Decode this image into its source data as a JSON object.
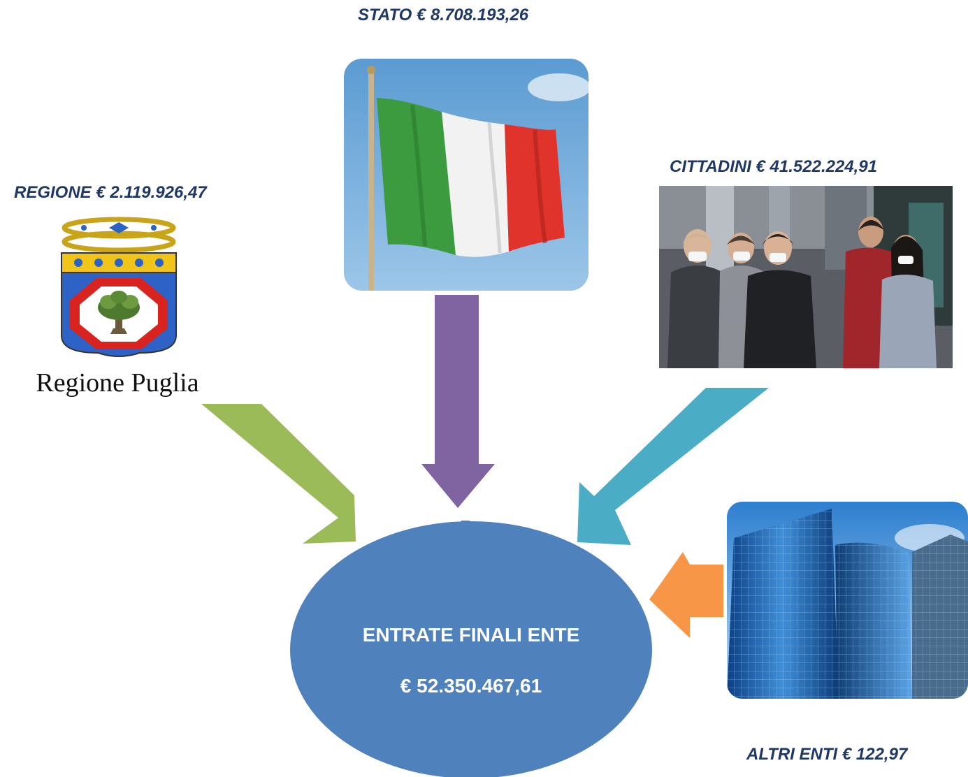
{
  "sources": {
    "stato": "STATO € 8.708.193,26",
    "regione": "REGIONE € 2.119.926,47",
    "cittadini": "CITTADINI € 41.522.224,91",
    "altri_enti": "ALTRI ENTI € 122,97"
  },
  "regione_logo_text": "Regione Puglia",
  "center": {
    "title": "ENTRATE FINALI ENTE",
    "value": "€  52.350.467,61"
  },
  "colors": {
    "label_text": "#1f3864",
    "center_ellipse": "#4f81bd",
    "arrow_regione": "#9bbb59",
    "arrow_stato": "#8064a2",
    "arrow_cittadini": "#4bacc6",
    "arrow_altri": "#f79646"
  }
}
